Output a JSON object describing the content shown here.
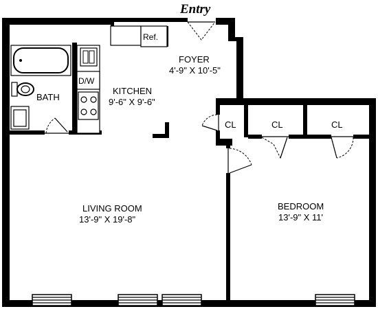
{
  "entry_label": "Entry",
  "rooms": {
    "foyer": {
      "name": "FOYER",
      "dims": "4'-9\" X 10'-5\""
    },
    "kitchen": {
      "name": "KITCHEN",
      "dims": "9'-6\" X 9'-6\""
    },
    "bath": {
      "name": "BATH"
    },
    "living": {
      "name": "LIVING ROOM",
      "dims": "13'-9\" X 19'-8\""
    },
    "bedroom": {
      "name": "BEDROOM",
      "dims": "13'-9\" X 11'"
    }
  },
  "fixtures": {
    "refrigerator": "Ref.",
    "dishwasher": "D/W"
  },
  "closets": [
    "CL",
    "CL",
    "CL"
  ]
}
